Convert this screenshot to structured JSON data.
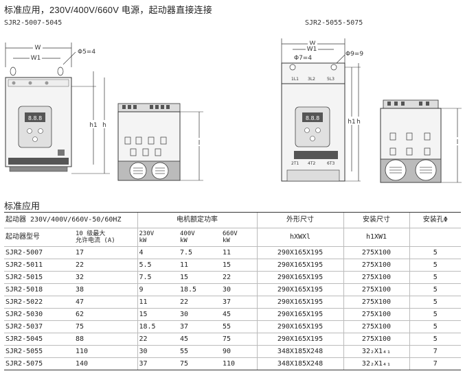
{
  "header": {
    "title": "标准应用，230V/400V/660V 电源，起动器直接连接",
    "model_left": "SJR2-5007-5045",
    "model_right": "SJR2-5055-5075"
  },
  "drawings": {
    "left_front": {
      "w": "W",
      "w1": "W1",
      "hole": "Φ5=4",
      "h1": "h1",
      "h": "h"
    },
    "left_side": {
      "l": "l"
    },
    "right_front": {
      "w": "W",
      "w1": "W1",
      "hole_outer": "Φ9=9",
      "hole_inner": "Φ7=4",
      "h1": "h1",
      "h": "h",
      "terms_top": [
        "1L1",
        "3L2",
        "5L3"
      ],
      "terms_bottom": [
        "2T1",
        "4T2",
        "6T3"
      ]
    },
    "right_side": {
      "l": "l"
    }
  },
  "section_title": "标准应用",
  "table": {
    "head1": {
      "starter": "起动器 230V/400V/660V-50/60HZ",
      "power": "电机额定功率",
      "dims": "外形尺寸",
      "mount": "安装尺寸",
      "hole": "安装孔Φ"
    },
    "head2": {
      "model": "起动器型号",
      "current_l1": "10 级最大",
      "current_l2": "允许电流 (A)",
      "v230_l1": "230V",
      "v230_l2": "kW",
      "v400_l1": "400V",
      "v400_l2": "kW",
      "v660_l1": "660V",
      "v660_l2": "kW",
      "dims": "hXWXl",
      "mount": "h1XW1"
    },
    "rows": [
      {
        "model": "SJR2-5007",
        "current": "17",
        "p230": "4",
        "p400": "7.5",
        "p660": "11",
        "dims": "290X165X195",
        "mount": "275X100",
        "hole": "5"
      },
      {
        "model": "SJR2-5011",
        "current": "22",
        "p230": "5.5",
        "p400": "11",
        "p660": "15",
        "dims": "290X165X195",
        "mount": "275X100",
        "hole": "5"
      },
      {
        "model": "SJR2-5015",
        "current": "32",
        "p230": "7.5",
        "p400": "15",
        "p660": "22",
        "dims": "290X165X195",
        "mount": "275X100",
        "hole": "5"
      },
      {
        "model": "SJR2-5018",
        "current": "38",
        "p230": "9",
        "p400": "18.5",
        "p660": "30",
        "dims": "290X165X195",
        "mount": "275X100",
        "hole": "5"
      },
      {
        "model": "SJR2-5022",
        "current": "47",
        "p230": "11",
        "p400": "22",
        "p660": "37",
        "dims": "290X165X195",
        "mount": "275X100",
        "hole": "5"
      },
      {
        "model": "SJR2-5030",
        "current": "62",
        "p230": "15",
        "p400": "30",
        "p660": "45",
        "dims": "290X165X195",
        "mount": "275X100",
        "hole": "5"
      },
      {
        "model": "SJR2-5037",
        "current": "75",
        "p230": "18.5",
        "p400": "37",
        "p660": "55",
        "dims": "290X165X195",
        "mount": "275X100",
        "hole": "5"
      },
      {
        "model": "SJR2-5045",
        "current": "88",
        "p230": "22",
        "p400": "45",
        "p660": "75",
        "dims": "290X165X195",
        "mount": "275X100",
        "hole": "5"
      },
      {
        "model": "SJR2-5055",
        "current": "110",
        "p230": "30",
        "p400": "55",
        "p660": "90",
        "dims": "348X185X248",
        "mount": "32₂X1₄₁",
        "hole": "7"
      },
      {
        "model": "SJR2-5075",
        "current": "140",
        "p230": "37",
        "p400": "75",
        "p660": "110",
        "dims": "348X185X248",
        "mount": "32₂X1₄₁",
        "hole": "7"
      }
    ]
  }
}
